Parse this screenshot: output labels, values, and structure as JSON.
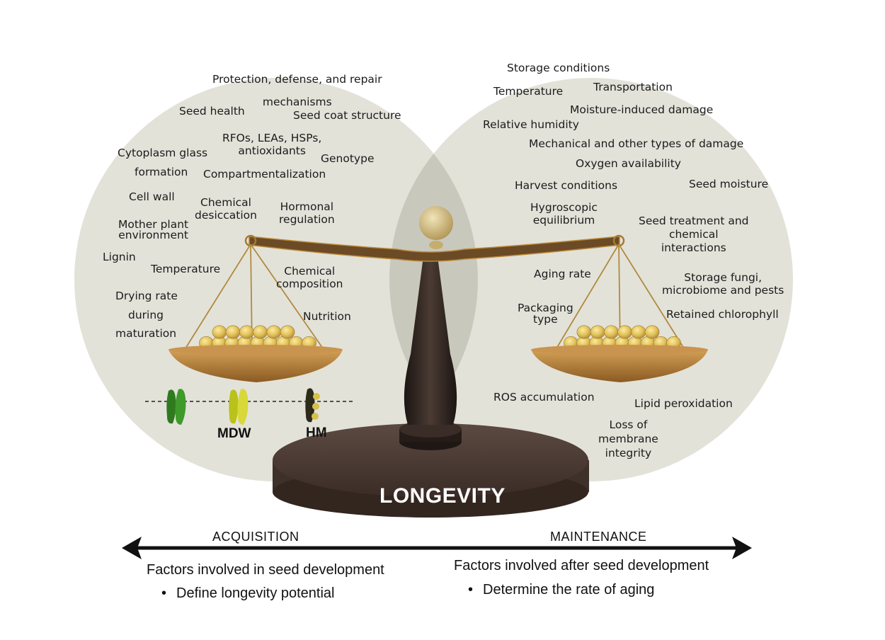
{
  "center_label": "LONGEVITY",
  "acquisition": {
    "title": "ACQUISITION",
    "description": "Factors involved in seed development",
    "bullet": "Define longevity potential",
    "factors": [
      "Protection, defense, and repair\nmechanisms",
      "Seed health",
      "Seed coat structure",
      "RFOs, LEAs, HSPs,\nantioxidants",
      "Cytoplasm glass",
      "formation",
      "Genotype",
      "Compartmentalization",
      "Cell wall",
      "Chemical\ndesiccation",
      "Hormonal\nregulation",
      "Mother plant\nenvironment",
      "Lignin",
      "Temperature",
      "Chemical\ncomposition",
      "Drying rate",
      "during",
      "maturation",
      "Nutrition"
    ],
    "pod_labels": [
      "MDW",
      "HM"
    ]
  },
  "maintenance": {
    "title": "MAINTENANCE",
    "description": "Factors involved after seed development",
    "bullet": "Determine the rate of aging",
    "factors": [
      "Storage conditions",
      "Temperature",
      "Transportation",
      "Moisture-induced damage",
      "Relative humidity",
      "Mechanical and other types of damage",
      "Oxygen availability",
      "Harvest conditions",
      "Seed moisture",
      "Hygroscopic\nequilibrium",
      "Seed treatment and\nchemical\ninteractions",
      "Aging rate",
      "Storage fungi,\nmicrobiome and pests",
      "Packaging\ntype",
      "Retained chlorophyll",
      "ROS accumulation",
      "Lipid peroxidation",
      "Loss of\nmembrane\nintegrity"
    ]
  },
  "colors": {
    "circle": "#e3e2d9",
    "overlap": "#c9c8bd",
    "scale_dark": "#2a211d",
    "scale_gold": "#b88a3a",
    "base": "#4a3a34",
    "seed": "#e2c25a",
    "arrow": "#111111"
  }
}
